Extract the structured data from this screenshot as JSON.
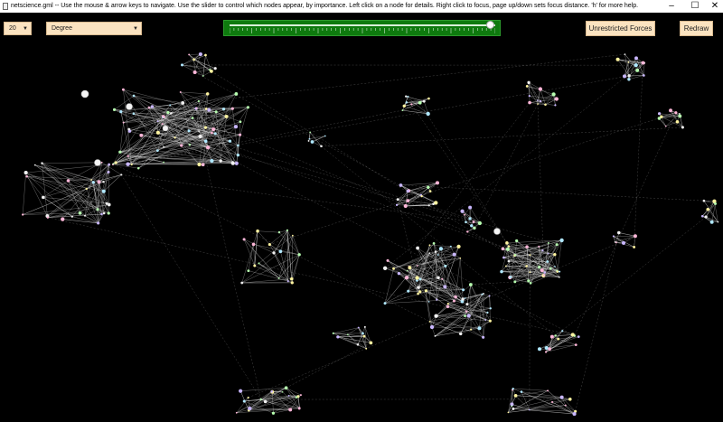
{
  "window": {
    "title": "netscience.gml -- Use the mouse & arrow keys to navigate. Use the slider to control which nodes appear, by importance. Left click on a node for details. Right click to focus, page up/down sets focus distance. 'h' for more help.",
    "controls": {
      "minimize": "–",
      "maximize": "☐",
      "close": "✕"
    }
  },
  "toolbar": {
    "size_dropdown": {
      "value": "20",
      "arrow": "▼"
    },
    "metric_dropdown": {
      "value": "Degree",
      "arrow": "▼"
    },
    "importance_slider": {
      "value_fraction": 0.98
    },
    "forces_button": "Unrestricted Forces",
    "redraw_button": "Redraw"
  },
  "graph": {
    "background": "#000000",
    "edge_color": "#d8d8d8",
    "node_colors": [
      "#f0f0f0",
      "#c9b7ff",
      "#ffb7d9",
      "#b7ffb0",
      "#fff4a0",
      "#b0e8ff"
    ]
  }
}
